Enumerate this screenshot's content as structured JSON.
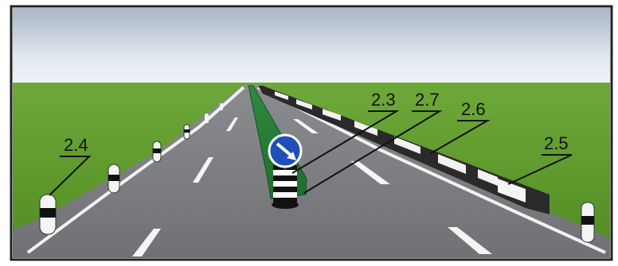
{
  "illustration": {
    "labels": {
      "left_post": "2.4",
      "sign": "2.3",
      "island": "2.7",
      "barrier_upper": "2.6",
      "barrier_lower": "2.5"
    }
  }
}
